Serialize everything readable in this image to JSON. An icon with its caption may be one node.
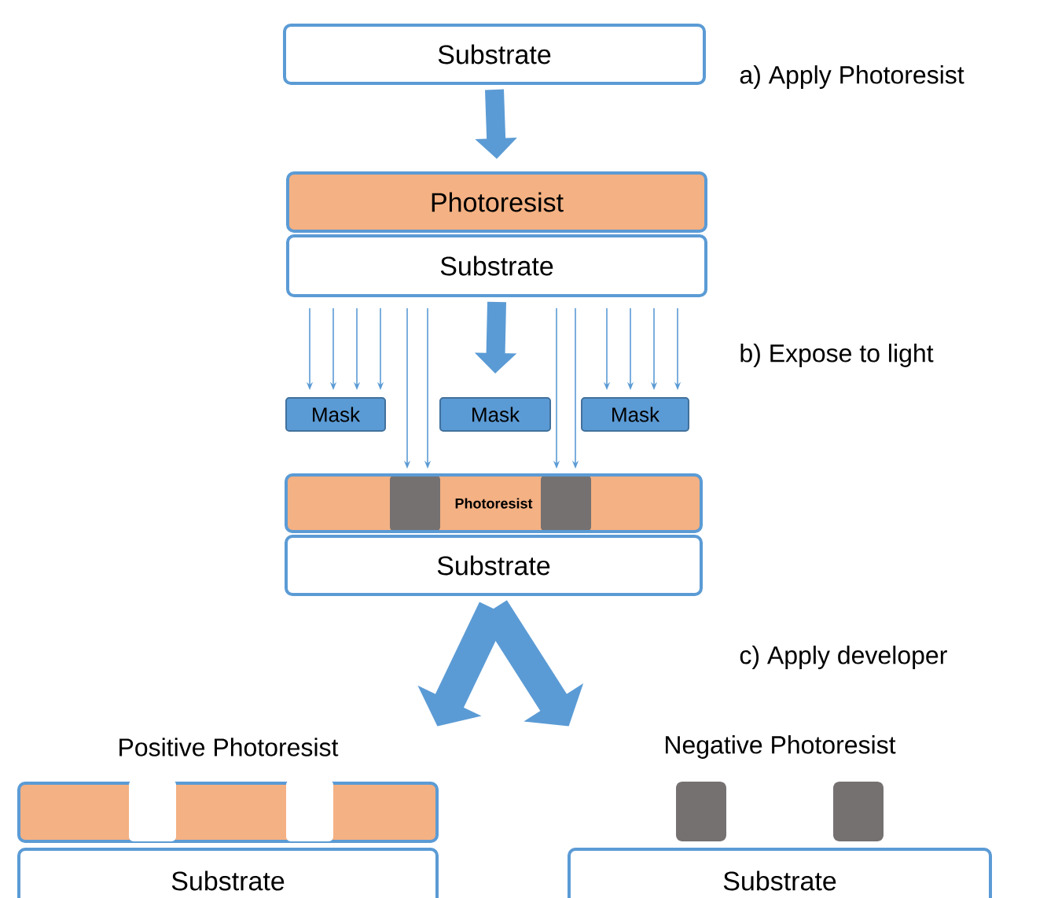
{
  "diagram": {
    "nodes": [
      {
        "text": [
          "Substrate"
        ]
      },
      {
        "text": [
          "Photoresist"
        ]
      },
      {
        "text": [
          "Substrate"
        ]
      },
      {
        "text": [
          "Mask"
        ]
      },
      {
        "text": [
          "Mask"
        ]
      },
      {
        "text": [
          "Mask"
        ]
      },
      {
        "text": [
          "Photoresist"
        ]
      },
      {
        "text": [
          "Substrate"
        ]
      },
      {
        "text": [
          "Positive Photoresist"
        ]
      },
      {
        "text": [
          "Substrate"
        ]
      },
      {
        "text": [
          "Negative Photoresist"
        ]
      },
      {
        "text": [
          "Substrate"
        ]
      }
    ],
    "edges": [
      {
        "from": 0,
        "to": 1,
        "arrow": "to"
      },
      {
        "from": 2,
        "to": 4,
        "arrow": "to"
      },
      {
        "from": 7,
        "to": 8,
        "arrow": "to"
      },
      {
        "from": 7,
        "to": 10,
        "arrow": "to"
      }
    ],
    "labels": [
      "a) Apply Photoresist",
      "b) Expose to light",
      "c) Apply developer"
    ]
  }
}
